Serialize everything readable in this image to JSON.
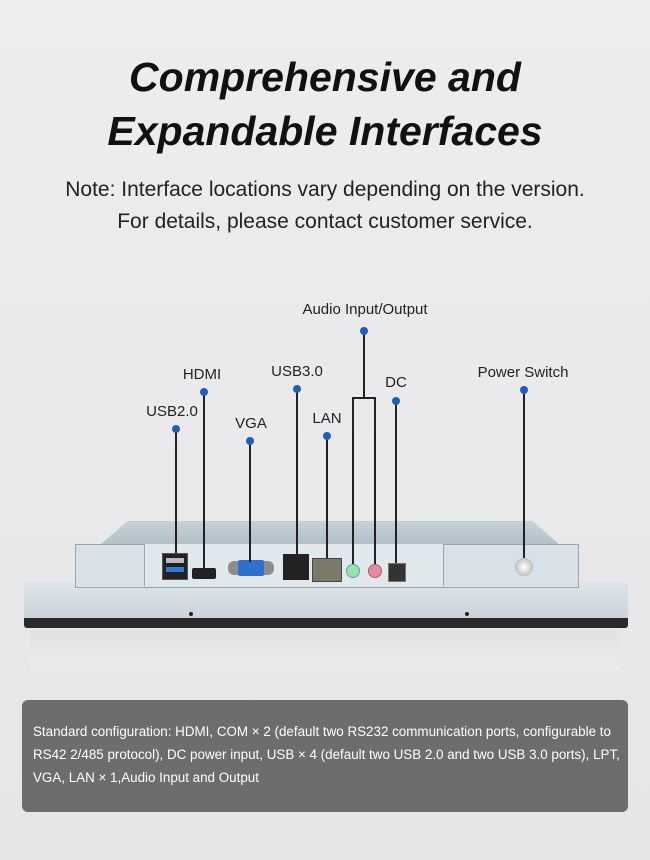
{
  "title": {
    "line1": "Comprehensive and",
    "line2": "Expandable Interfaces"
  },
  "note": {
    "line1": "Note: Interface locations vary depending on the version.",
    "line2": "For details, please contact customer service."
  },
  "labels": {
    "usb2": "USB2.0",
    "hdmi": "HDMI",
    "vga": "VGA",
    "usb3": "USB3.0",
    "lan": "LAN",
    "audio": "Audio Input/Output",
    "dc": "DC",
    "power": "Power Switch"
  },
  "spec": "Standard configuration: HDMI, COM × 2 (default two RS232 communication ports, configurable to RS42 2/485 protocol), DC power input, USB × 4 (default two USB 2.0 and two USB 3.0 ports), LPT, VGA, LAN × 1,Audio Input and Output",
  "colors": {
    "accent": "#1f5fb4",
    "box": "#6d6d70"
  }
}
